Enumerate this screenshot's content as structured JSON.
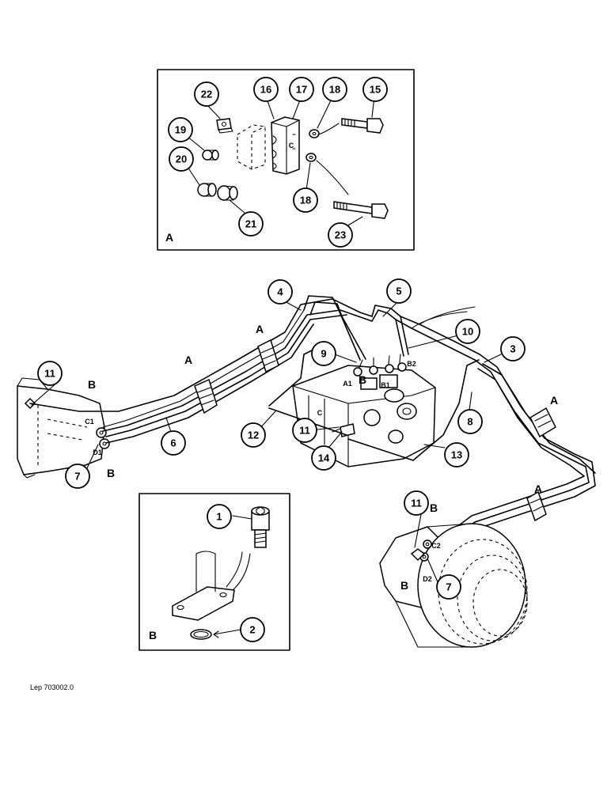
{
  "detail_a": {
    "label": "A"
  },
  "detail_b": {
    "label": "B"
  },
  "callouts": [
    "1",
    "2",
    "3",
    "4",
    "5",
    "6",
    "7",
    "7",
    "8",
    "9",
    "10",
    "11",
    "11",
    "11",
    "12",
    "13",
    "14",
    "15",
    "16",
    "17",
    "18",
    "18",
    "19",
    "20",
    "21",
    "22",
    "23"
  ],
  "letters": [
    "A",
    "A",
    "A",
    "A",
    "A",
    "B",
    "B",
    "B",
    "B",
    "B",
    "B"
  ],
  "ports": [
    "C1",
    "D1",
    "A1",
    "B1",
    "B2",
    "C2",
    "D2",
    "C",
    "C"
  ],
  "reference": "Lep 703002.0"
}
